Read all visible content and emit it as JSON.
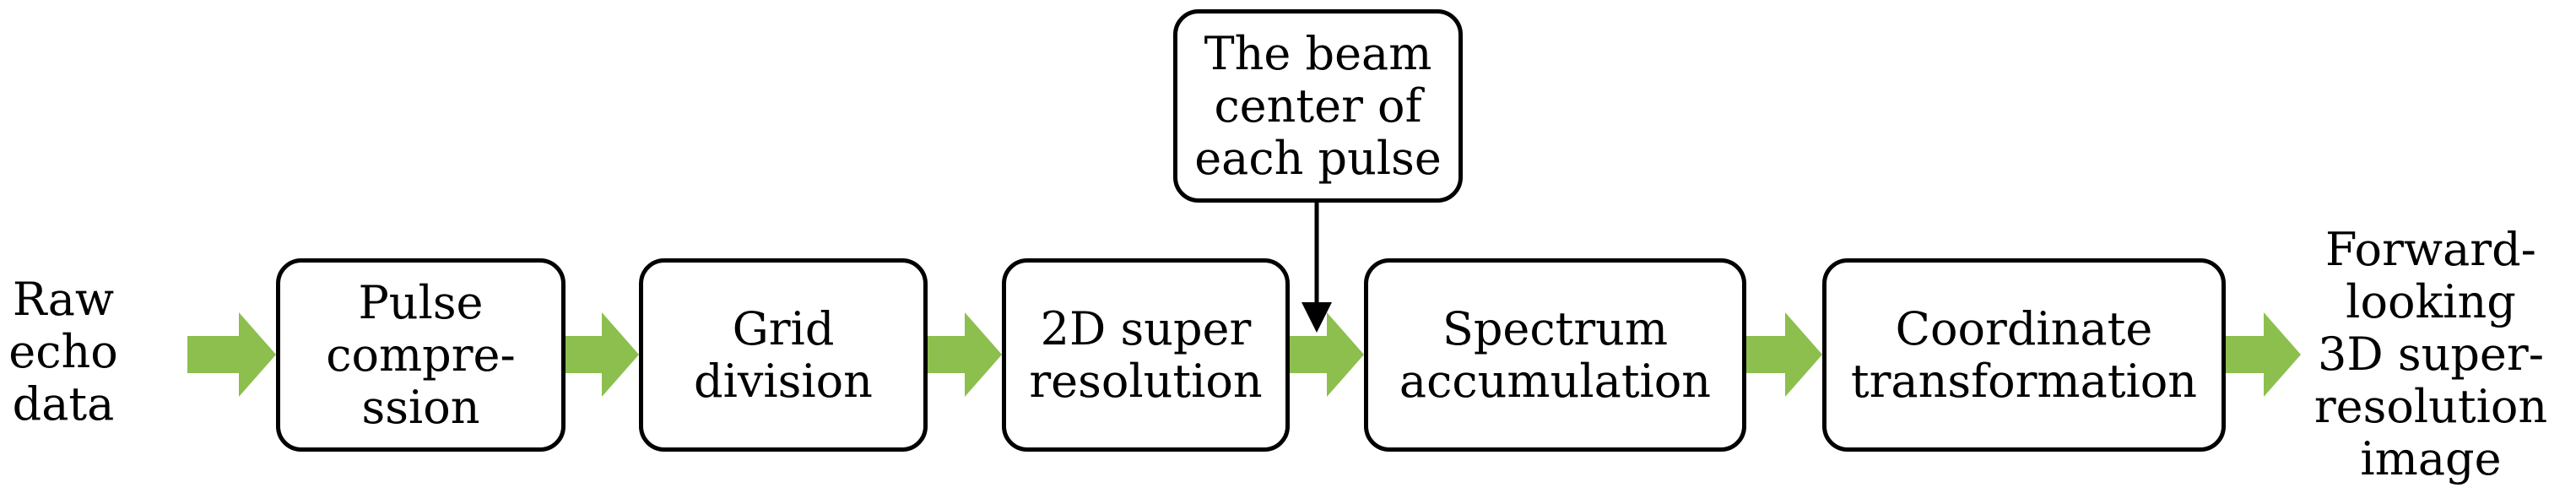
{
  "diagram": {
    "input_label": "Raw\necho\ndata",
    "output_label": "Forward-\nlooking\n3D super-\nresolution\nimage",
    "beam_box": "The beam\ncenter of\neach pulse",
    "steps": [
      "Pulse\ncompre-\nssion",
      "Grid\ndivision",
      "2D super\nresolution",
      "Spectrum\naccumulation",
      "Coordinate\ntransformation"
    ],
    "colors": {
      "flow_arrow": "#8cbf4e",
      "box_border": "#000000",
      "text": "#000000"
    }
  }
}
